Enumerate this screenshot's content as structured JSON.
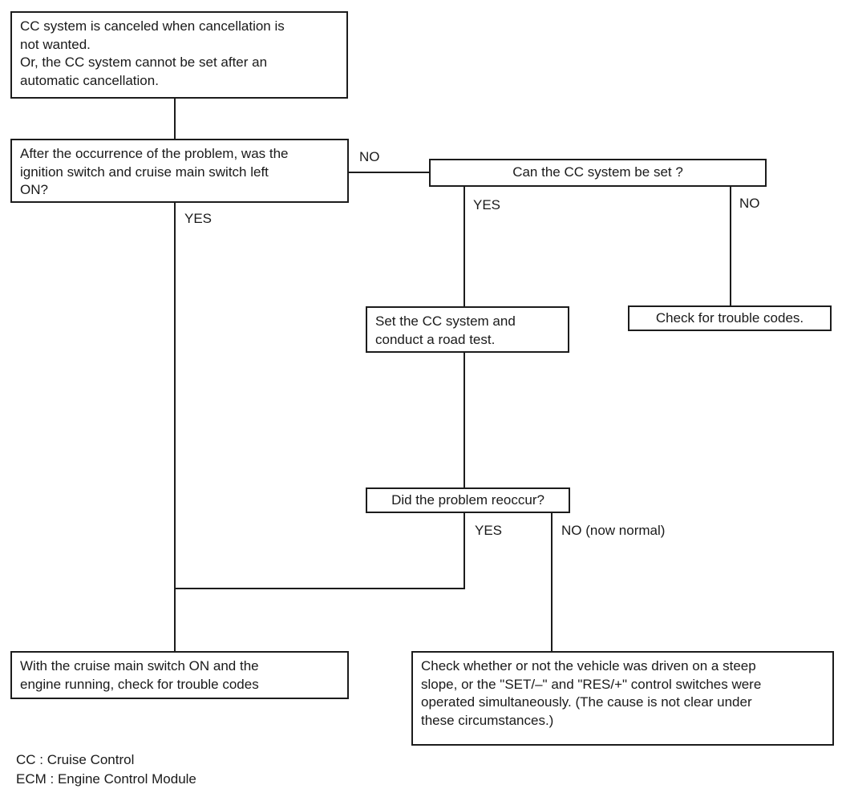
{
  "diagram": {
    "title": "CC system troubleshooting flowchart",
    "colors": {
      "background": "#ffffff",
      "line": "#1c1c1c",
      "text": "#1a1a1a"
    },
    "nodes": {
      "problem": {
        "text": "CC system is canceled when cancellation is\nnot wanted.\nOr, the CC system cannot be set after an\nautomatic cancellation."
      },
      "q_switch_left_on": {
        "text": "After the occurrence of the problem, was the\nignition switch and cruise main switch left\nON?"
      },
      "q_can_set": {
        "text": "Can the CC system be set ?"
      },
      "set_road_test": {
        "text": "Set the CC system and\nconduct a road test."
      },
      "check_trouble_codes": {
        "text": "Check for trouble codes."
      },
      "q_reoccur": {
        "text": "Did the problem reoccur?"
      },
      "check_codes_running": {
        "text": "With the cruise main switch ON and the\nengine running, check for trouble codes"
      },
      "check_steep_slope": {
        "text": "Check whether or not the vehicle was driven on a steep\nslope, or the \"SET/–\" and \"RES/+\" control switches were\noperated simultaneously. (The cause is not clear under\nthese circumstances.)"
      }
    },
    "branch_labels": {
      "switch_no": "NO",
      "switch_yes": "YES",
      "can_set_yes": "YES",
      "can_set_no": "NO",
      "reoccur_yes": "YES",
      "reoccur_no": "NO (now normal)"
    },
    "legend": {
      "text": "CC : Cruise Control\nECM : Engine Control Module"
    }
  }
}
